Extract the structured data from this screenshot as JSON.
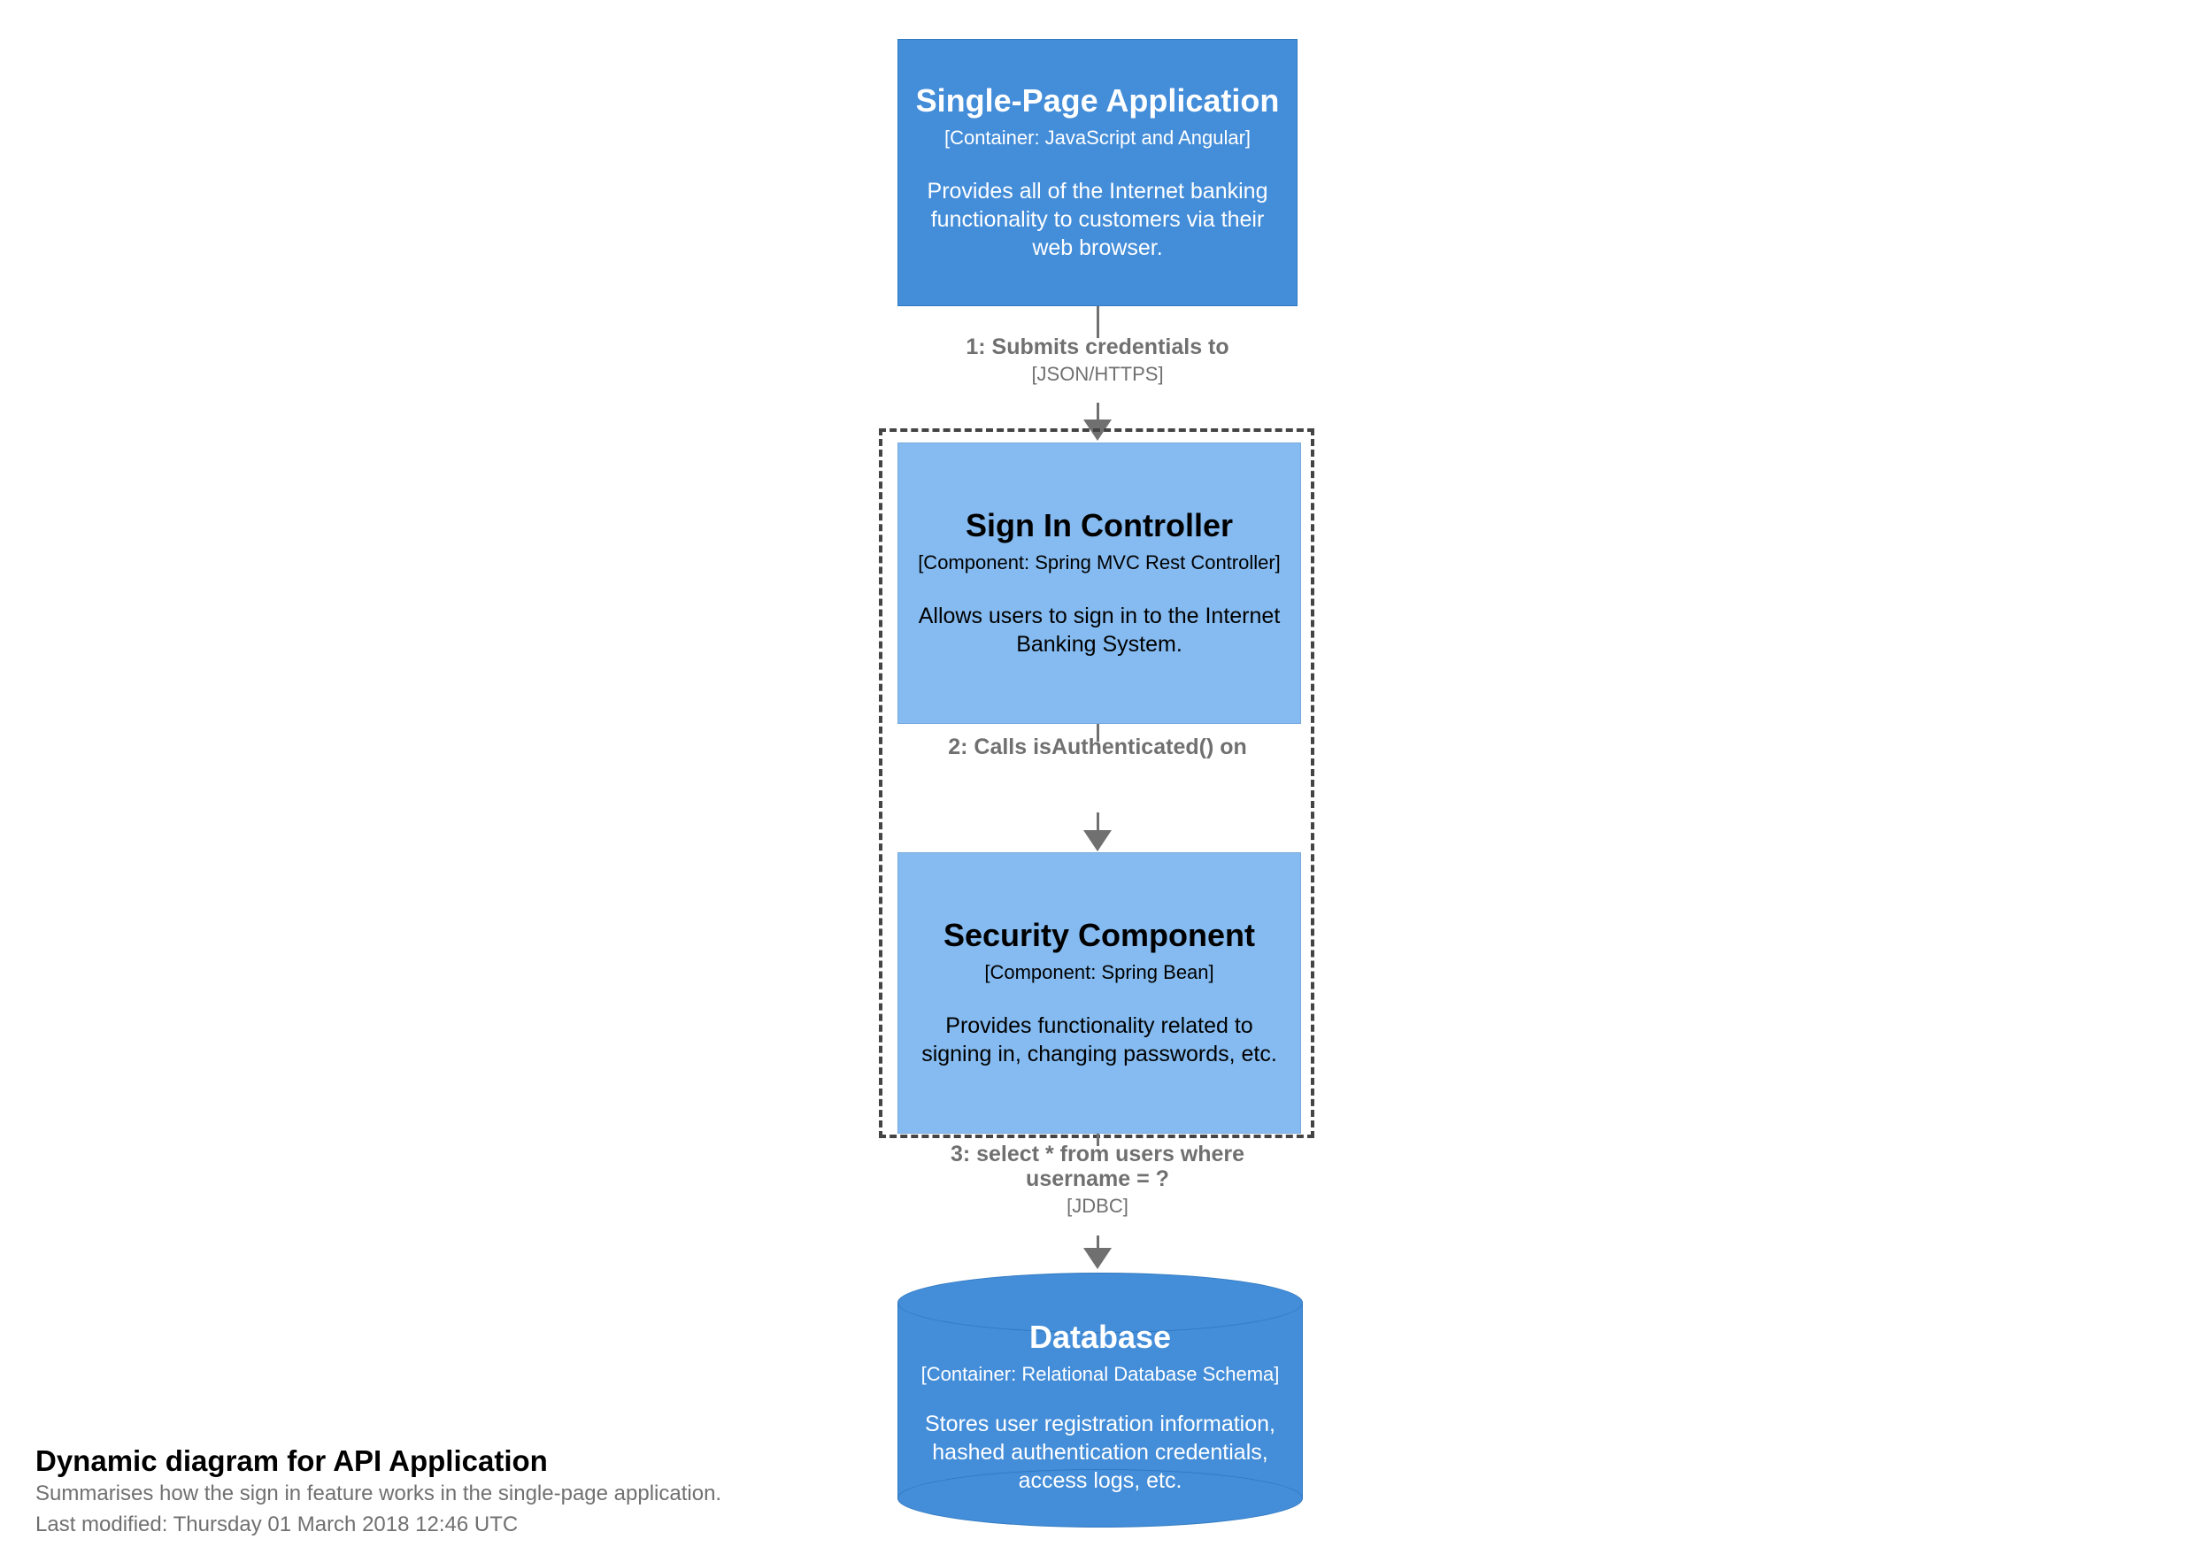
{
  "diagram": {
    "nodes": [
      {
        "id": "single-page-application",
        "title": "Single-Page Application",
        "technology": "[Container: JavaScript and Angular]",
        "description": "Provides all of the Internet banking functionality to customers via their web browser.",
        "shape": "box",
        "fill": "#438DD9",
        "text_color": "#FFFFFF"
      },
      {
        "id": "sign-in-controller",
        "title": "Sign In Controller",
        "technology": "[Component: Spring MVC Rest Controller]",
        "description": "Allows users to sign in to the Internet Banking System.",
        "shape": "box",
        "fill": "#85BBF0",
        "text_color": "#000000"
      },
      {
        "id": "security-component",
        "title": "Security Component",
        "technology": "[Component: Spring Bean]",
        "description": "Provides functionality related to signing in, changing passwords, etc.",
        "shape": "box",
        "fill": "#85BBF0",
        "text_color": "#000000"
      },
      {
        "id": "database",
        "title": "Database",
        "technology": "[Container: Relational Database Schema]",
        "description": "Stores user registration information, hashed authentication credentials, access logs, etc.",
        "shape": "cylinder",
        "fill": "#438DD9",
        "text_color": "#FFFFFF"
      }
    ],
    "boundary": {
      "style": "dashed",
      "color": "#444444"
    },
    "relationships": [
      {
        "order": "1",
        "description": "1: Submits credentials to",
        "technology": "[JSON/HTTPS]",
        "from": "single-page-application",
        "to": "sign-in-controller"
      },
      {
        "order": "2",
        "description": "2: Calls isAuthenticated() on",
        "technology": "",
        "from": "sign-in-controller",
        "to": "security-component"
      },
      {
        "order": "3",
        "description": "3: select * from users where username = ?",
        "technology": "[JDBC]",
        "from": "security-component",
        "to": "database"
      }
    ],
    "line_color": "#707070"
  },
  "caption": {
    "title": "Dynamic diagram for API Application",
    "subtitle": "Summarises how the sign in feature works in the single-page application.",
    "last_modified": "Last modified: Thursday 01 March 2018 12:46 UTC"
  }
}
